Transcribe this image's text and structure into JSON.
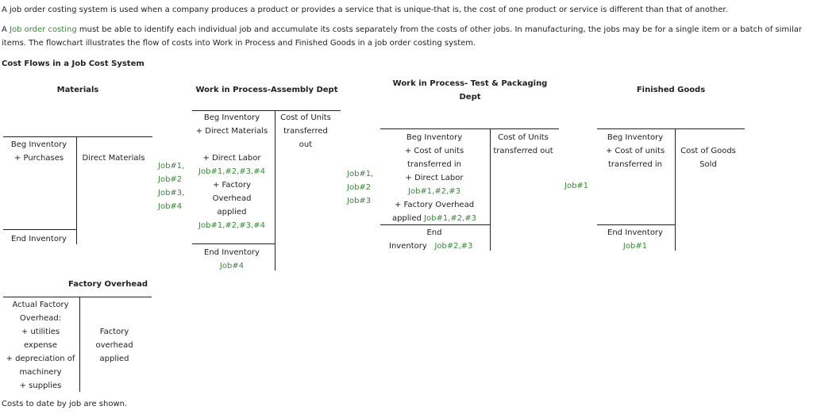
{
  "intro": {
    "line1": "A job order costing system is used when a company produces a product or provides a service that is unique-that is, the cost of one product or service is different than that of another.",
    "p2_prefix": "A ",
    "p2_link": "Job order costing",
    "p2_rest": " must be able to identify each individual job and accumulate its costs separately from the costs of other jobs. In manufacturing, the jobs may be for a single item or a batch of similar items. The flowchart illustrates the flow of costs into Work in Process and Finished Goods in a job order costing system."
  },
  "section_title": "Cost Flows in a Job Cost System",
  "materials": {
    "title": "Materials",
    "beg": "Beg Inventory",
    "purchases": "+ Purchases",
    "credit": "Direct Materials",
    "end": "End Inventory"
  },
  "flow1": [
    "Job#1,",
    "Job#2",
    "Job#3,",
    "Job#4"
  ],
  "wip_assembly": {
    "title": "Work in Process-Assembly Dept",
    "beg": "Beg Inventory",
    "dm": "+ Direct Materials",
    "credit": [
      "Cost of Units",
      "transferred",
      "out"
    ],
    "dl": "+ Direct Labor",
    "dl_jobs": "Job#1,#2,#3,#4",
    "foh": [
      "+ Factory",
      "Overhead",
      "applied"
    ],
    "foh_jobs": "Job#1,#2,#3,#4",
    "end": "End Inventory",
    "end_jobs": "Job#4"
  },
  "flow2": [
    "Job#1,",
    "Job#2",
    "Job#3"
  ],
  "wip_test": {
    "title": [
      "Work in Process- Test & Packaging",
      "Dept"
    ],
    "beg": "Beg Inventory",
    "cost_in": [
      "+ Cost of units",
      "transferred in"
    ],
    "credit": [
      "Cost of Units",
      "transferred out"
    ],
    "dl": "+ Direct Labor",
    "dl_jobs": "Job#1,#2,#3",
    "foh": "+ Factory Overhead",
    "foh_applied": "applied",
    "foh_jobs": "Job#1,#2,#3",
    "end": [
      "End",
      "Inventory"
    ],
    "end_jobs": "Job#2,#3"
  },
  "flow3": [
    "Job#1"
  ],
  "finished": {
    "title": "Finished Goods",
    "beg": "Beg Inventory",
    "cost_in": [
      "+ Cost of units",
      "transferred in"
    ],
    "credit": [
      "Cost of Goods",
      "Sold"
    ],
    "end": "End Inventory",
    "end_jobs": "Job#1"
  },
  "factory_overhead": {
    "title": "Factory Overhead",
    "debit": [
      "Actual Factory",
      "Overhead:",
      "+ utilities",
      "expense",
      "+ depreciation of",
      "machinery",
      "+ supplies"
    ],
    "credit": [
      "Factory",
      "overhead",
      "applied"
    ]
  },
  "footer": "Costs to date by job are shown."
}
